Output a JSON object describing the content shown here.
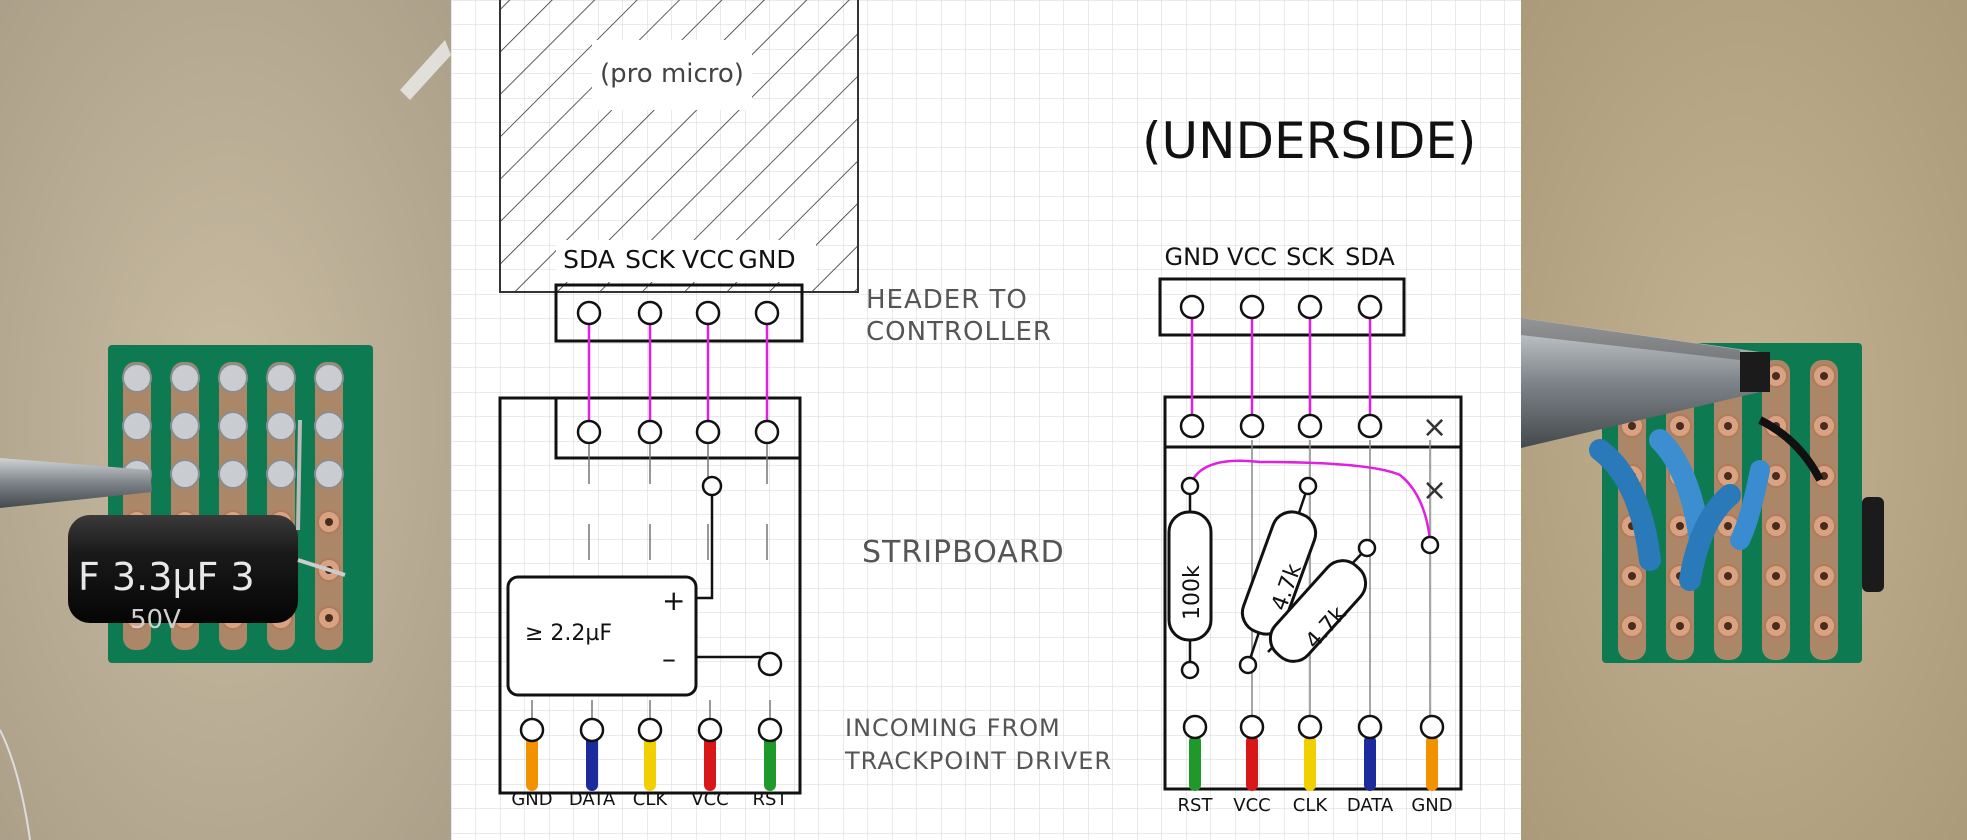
{
  "colors": {
    "paper": "#ffffff",
    "grid": "#d5d5d5",
    "ink": "#111111",
    "pencil": "#777777",
    "magenta": "#e020e0",
    "wire_orange": "#f39200",
    "wire_blue": "#1b2a9c",
    "wire_yellow": "#f2d000",
    "wire_red": "#d81818",
    "wire_green": "#1f9a2a",
    "pcb_green": "#0e7a52",
    "copper": "#c8896b",
    "table": "#c8b89c"
  },
  "left_diagram": {
    "controller_label": "(pro micro)",
    "header_pins": [
      "SDA",
      "SCK",
      "VCC",
      "GND"
    ],
    "capacitor_value": "≥ 2.2µF",
    "cap_plus": "+",
    "cap_minus": "–",
    "bottom_pins": [
      "GND",
      "DATA",
      "CLK",
      "VCC",
      "RST"
    ],
    "wire_colors": [
      "wire_orange",
      "wire_blue",
      "wire_yellow",
      "wire_red",
      "wire_green"
    ]
  },
  "middle_notes": {
    "header": [
      "HEADER TO",
      "CONTROLLER"
    ],
    "stripboard": "STRIPBOARD",
    "incoming": [
      "INCOMING FROM",
      "TRACKPOINT DRIVER"
    ]
  },
  "right_diagram": {
    "title": "(UNDERSIDE)",
    "header_pins": [
      "GND",
      "VCC",
      "SCK",
      "SDA"
    ],
    "x_marks": [
      "×",
      "×"
    ],
    "resistors": [
      "100k",
      "4.7k",
      "4.7k"
    ],
    "bottom_pins": [
      "RST",
      "VCC",
      "CLK",
      "DATA",
      "GND"
    ],
    "wire_colors": [
      "wire_green",
      "wire_red",
      "wire_yellow",
      "wire_blue",
      "wire_orange"
    ]
  },
  "photo_left": {
    "capacitor_text": "F  3.3µF  3",
    "capacitor_subtext": "50V"
  }
}
